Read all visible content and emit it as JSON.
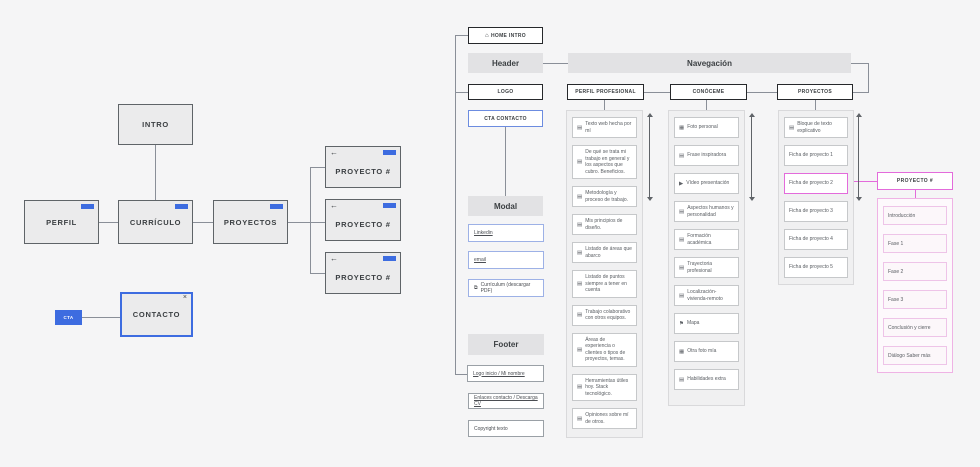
{
  "colors": {
    "accent_blue": "#3d6ce0",
    "accent_pink": "#e36bdb",
    "line_gray": "#8a8f98"
  },
  "left_diagram": {
    "intro_label": "INTRO",
    "perfil_label": "PERFIL",
    "curriculo_label": "CURRÍCULO",
    "proyectos_label": "PROYECTOS",
    "back_arrow": "←",
    "project_cards": [
      {
        "label": "PROYECTO #"
      },
      {
        "label": "PROYECTO #"
      },
      {
        "label": "PROYECTO #"
      }
    ],
    "contacto_label": "CONTACTO",
    "close_glyph": "×",
    "cta_label": "CTA"
  },
  "sitemap": {
    "home": {
      "icon": "⌂",
      "label": "HOME INTRO"
    },
    "header_label": "Header",
    "navegacion_label": "Navegación",
    "logo_label": "LOGO",
    "cta_contacto_label": "CTA CONTACTO",
    "modal": {
      "title": "Modal",
      "linkedin_label": "Linkedin",
      "email_label": "email",
      "curriculum": {
        "icon": "⧉",
        "label": "Currículum (descargar PDF)"
      }
    },
    "footer": {
      "title": "Footer",
      "logo_item": "Logo inicio / Mi nombre",
      "links_item": "Enlaces contacto / Descarga CV",
      "copyright_item": "Copyright texto"
    },
    "columns": [
      {
        "title": "PERFIL PROFESIONAL",
        "items": [
          {
            "icon": "▤",
            "label": "Texto web hecha por mí"
          },
          {
            "icon": "▤",
            "label": "De qué se trata mi trabajo en general y los aspectos que cubro. Beneficios."
          },
          {
            "icon": "▤",
            "label": "Metodología y proceso de trabajo."
          },
          {
            "icon": "▤",
            "label": "Mis principios de diseño."
          },
          {
            "icon": "▤",
            "label": "Listado de áreas que abarco"
          },
          {
            "icon": "▤",
            "label": "Listado de puntos siempre a tener en cuenta"
          },
          {
            "icon": "▤",
            "label": "Trabajo colaborativo con otros equipos."
          },
          {
            "icon": "▤",
            "label": "Áreas de experiencia o clientes o tipos de proyectos, temas."
          },
          {
            "icon": "▤",
            "label": "Herramientas útiles hoy. Stack tecnológico."
          },
          {
            "icon": "▤",
            "label": "Opiniones sobre mí de otros."
          }
        ]
      },
      {
        "title": "CONÓCEME",
        "items": [
          {
            "icon": "▦",
            "label": "Foto personal"
          },
          {
            "icon": "▤",
            "label": "Frase inspiradora"
          },
          {
            "icon": "▶",
            "label": "Vídeo presentación"
          },
          {
            "icon": "▤",
            "label": "Aspectos humanos y personalidad"
          },
          {
            "icon": "▤",
            "label": "Formación académica"
          },
          {
            "icon": "▤",
            "label": "Trayectoria profesional"
          },
          {
            "icon": "▤",
            "label": "Localización-vivienda-remoto"
          },
          {
            "icon": "⚑",
            "label": "Mapa"
          },
          {
            "icon": "▦",
            "label": "Otra foto mía"
          },
          {
            "icon": "▤",
            "label": "Habilidades extra"
          }
        ]
      },
      {
        "title": "PROYECTOS",
        "items": [
          {
            "icon": "▤",
            "label": "Bloque de texto explicativo"
          },
          {
            "label": "Ficha de proyecto 1"
          },
          {
            "label": "Ficha de proyecto 2",
            "selected": true
          },
          {
            "label": "Ficha de proyecto 3"
          },
          {
            "label": "Ficha de proyecto 4"
          },
          {
            "label": "Ficha de proyecto 5"
          }
        ]
      }
    ],
    "project_detail": {
      "title": "PROYECTO #",
      "items": [
        {
          "label": "Introducción"
        },
        {
          "label": "Fase 1"
        },
        {
          "label": "Fase 2"
        },
        {
          "label": "Fase 3"
        },
        {
          "label": "Conclusión y cierre"
        },
        {
          "label": "Diálogo Saber más"
        }
      ]
    }
  }
}
